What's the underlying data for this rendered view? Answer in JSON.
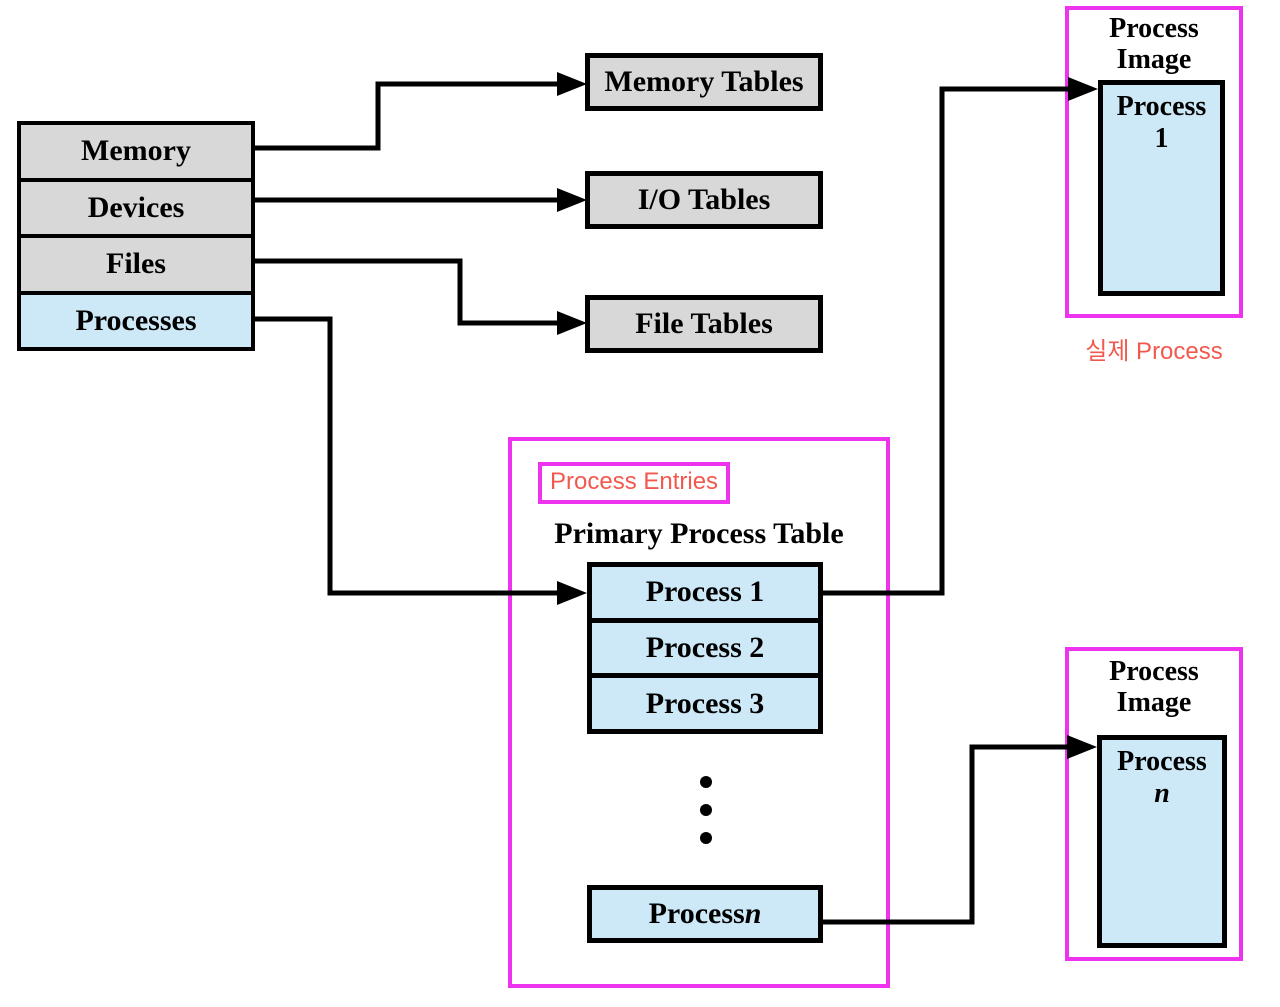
{
  "colors": {
    "box_gray": "#d8d8d8",
    "box_blue": "#cde8f7",
    "outline_magenta": "#ee33ee",
    "annotation_salmon": "#f2594e",
    "line_black": "#000000"
  },
  "os_stack": {
    "items": [
      "Memory",
      "Devices",
      "Files",
      "Processes"
    ]
  },
  "tables": {
    "memory": "Memory Tables",
    "io": "I/O Tables",
    "file": "File Tables"
  },
  "primary_table": {
    "entries_tag": "Process Entries",
    "title": "Primary Process Table",
    "rows": [
      "Process 1",
      "Process 2",
      "Process 3"
    ],
    "row_n_prefix": "Process ",
    "row_n_italic": "n"
  },
  "process_image_top": {
    "title": "Process\nImage",
    "label_line1": "Process",
    "label_line2": "1"
  },
  "process_image_bottom": {
    "title": "Process\nImage",
    "label_line1": "Process",
    "label_line2": "n"
  },
  "annotations": {
    "real_process": "실제 Process"
  }
}
